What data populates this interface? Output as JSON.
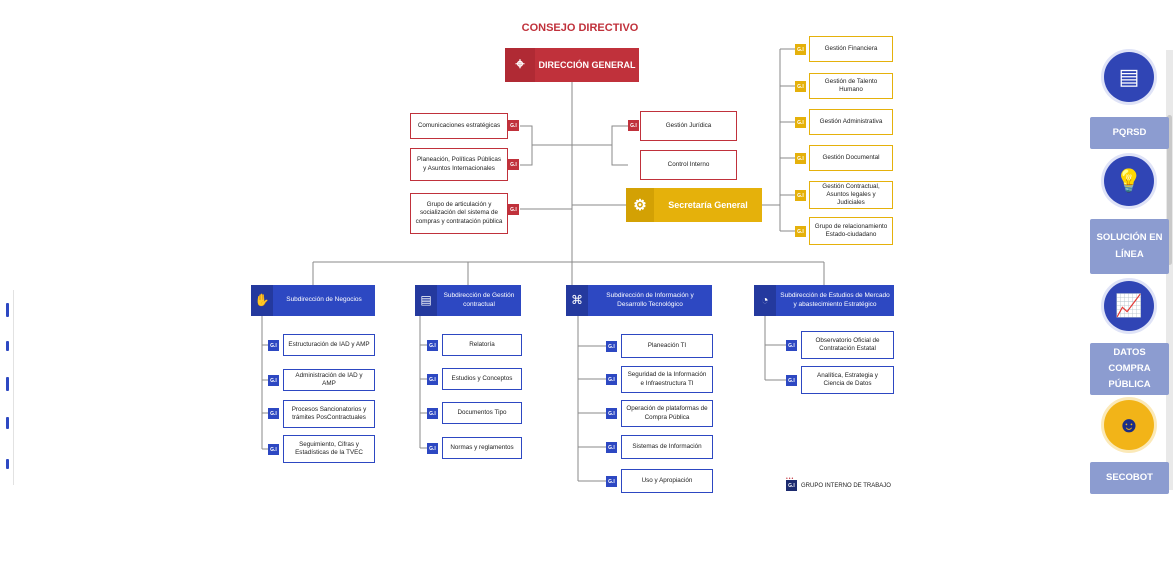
{
  "org_chart": {
    "title": "CONSEJO DIRECTIVO",
    "director": "DIRECCIÓN GENERAL",
    "secretaria": "Secretaría General",
    "gi_tag": "G.I",
    "left_units": [
      "Comunicaciones estratégicas",
      "Planeación, Políticas Públicas y Asuntos Internacionales",
      "Grupo de articulación y socialización del sistema de compras y contratación pública"
    ],
    "center_units": [
      "Gestión Jurídica",
      "Control Interno"
    ],
    "secretaria_units": [
      "Gestión Financiera",
      "Gestión de Talento Humano",
      "Gestión Administrativa",
      "Gestión Documental",
      "Gestión Contractual, Asuntos legales y Judiciales",
      "Grupo de relacionamiento Estado-ciudadano"
    ],
    "subdirecciones": [
      {
        "name": "Subdirección de Negocios",
        "groups": [
          "Estructuración de IAD y AMP",
          "Administración de IAD y AMP",
          "Procesos Sancionatorios y trámites PosContractuales",
          "Seguimiento, Cifras y Estadísticas de la TVEC"
        ]
      },
      {
        "name": "Subdirección de Gestión contractual",
        "groups": [
          "Relatoría",
          "Estudios y Conceptos",
          "Documentos Tipo",
          "Normas y reglamentos"
        ]
      },
      {
        "name": "Subdirección de Información y Desarrollo Tecnológico",
        "groups": [
          "Planeación TI",
          "Seguridad de la Información e Infraestructura TI",
          "Operación de plataformas de Compra Pública",
          "Sistemas de Información",
          "Uso y Apropiación"
        ]
      },
      {
        "name": "Subdirección de Estudios de Mercado y abastecimiento Estratégico",
        "groups": [
          "Observatorio Oficial de Contratación Estatal",
          "Analítica, Estrategia y Ciencia de Datos"
        ]
      }
    ],
    "legend": "GRUPO INTERNO DE TRABAJO",
    "colors": {
      "red": "#c0313b",
      "yellow": "#e5b10b",
      "blue": "#2d48c2"
    }
  },
  "side_panel": {
    "buttons": [
      {
        "label": "PQRSD",
        "icon": "document-icon"
      },
      {
        "label": "SOLUCIÓN EN LÍNEA",
        "icon": "lightbulb-icon"
      },
      {
        "label": "DATOS COMPRA PÚBLICA",
        "icon": "chart-icon"
      },
      {
        "label": "SECOBOT",
        "icon": "robot-icon"
      }
    ]
  }
}
